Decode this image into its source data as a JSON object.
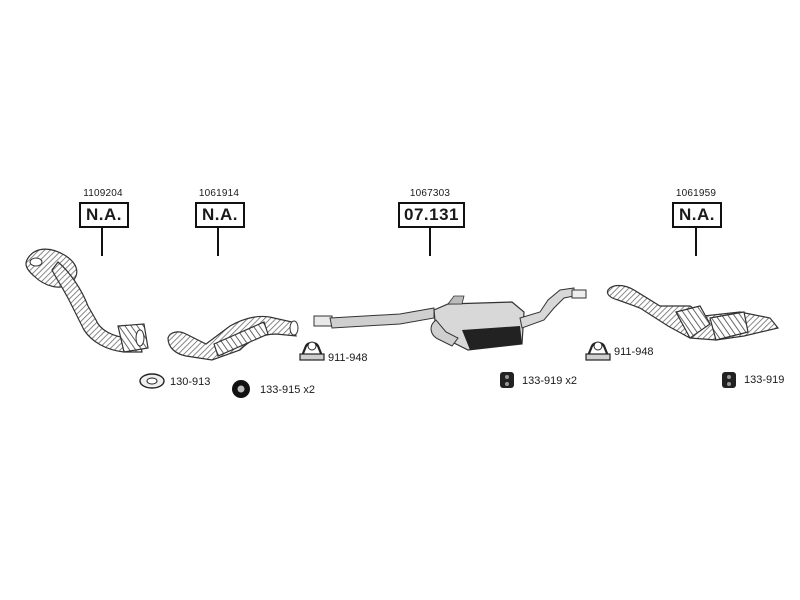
{
  "assemblies": [
    {
      "id": "front-pipe",
      "part_number": "1109204",
      "code": "N.A."
    },
    {
      "id": "catalytic-converter",
      "part_number": "1061914",
      "code": "N.A."
    },
    {
      "id": "middle-silencer",
      "part_number": "1067303",
      "code": "07.131"
    },
    {
      "id": "rear-silencer",
      "part_number": "1061959",
      "code": "N.A."
    }
  ],
  "accessories": [
    {
      "id": "clamp-1",
      "label": "911-948"
    },
    {
      "id": "gasket",
      "label": "130-913"
    },
    {
      "id": "mounting-ring",
      "label": "133-915 x2"
    },
    {
      "id": "rubber-hanger-1",
      "label": "133-919 x2"
    },
    {
      "id": "clamp-2",
      "label": "911-948"
    },
    {
      "id": "rubber-hanger-2",
      "label": "133-919"
    }
  ],
  "colors": {
    "line": "#111111",
    "hatch": "#6a6a6a",
    "fill": "#d8d8d8"
  }
}
